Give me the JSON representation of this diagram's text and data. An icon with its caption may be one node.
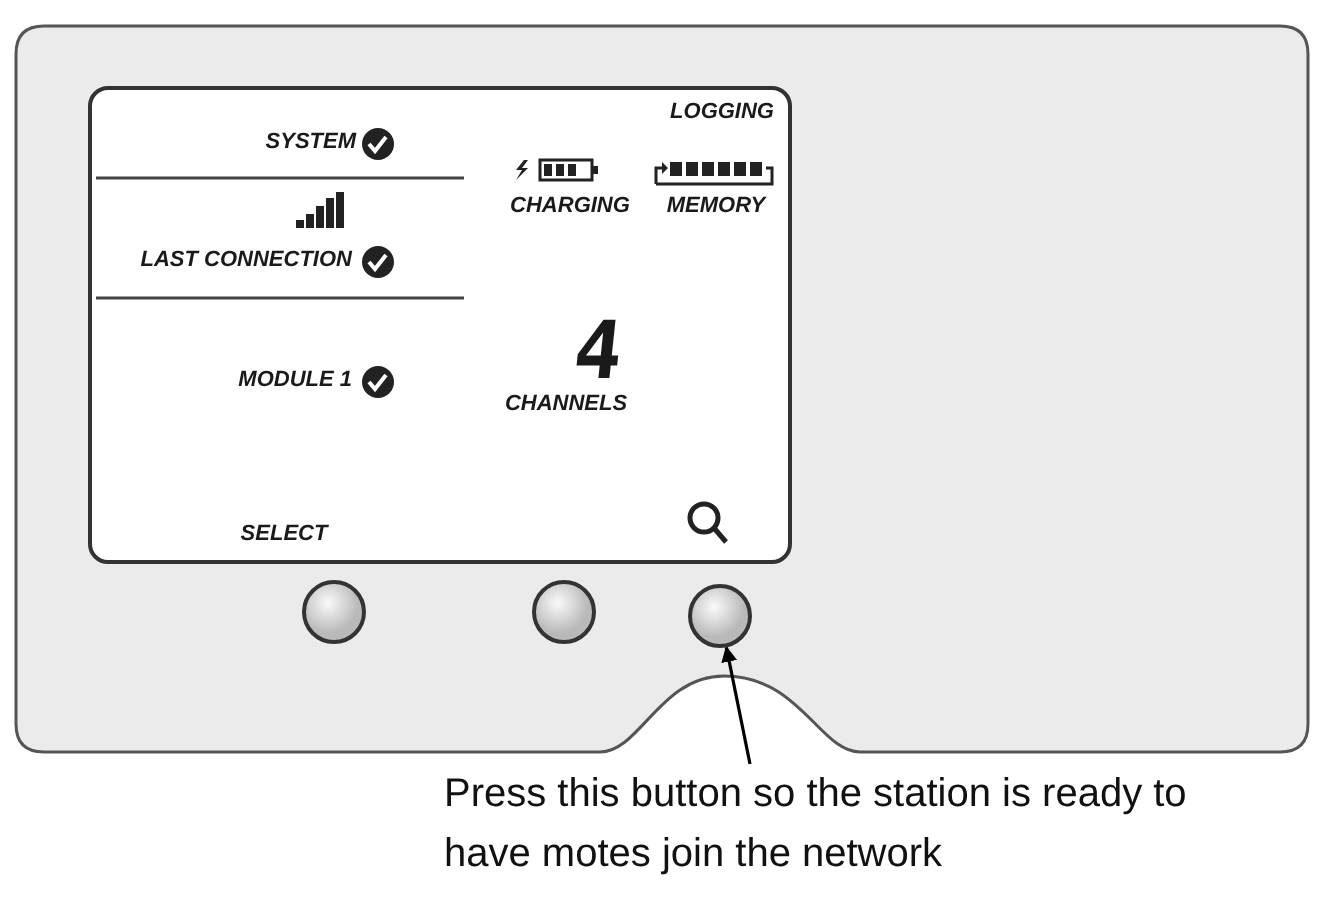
{
  "diagram": {
    "nodes": [
      {
        "text": [],
        "shape": "circle"
      },
      {
        "text": [],
        "shape": "circle"
      },
      {
        "text": [],
        "shape": "circle"
      },
      {
        "text": [
          "Press this button so the station is ready to have motes join the network"
        ]
      }
    ],
    "edges": [
      {
        "from": 3,
        "to": 2,
        "arrow": "to"
      }
    ],
    "labels": [
      "LOGGING",
      "SYSTEM",
      "CHARGING",
      "MEMORY",
      "LAST CONNECTION",
      "4",
      "MODULE 1",
      "CHANNELS",
      "SELECT"
    ]
  }
}
